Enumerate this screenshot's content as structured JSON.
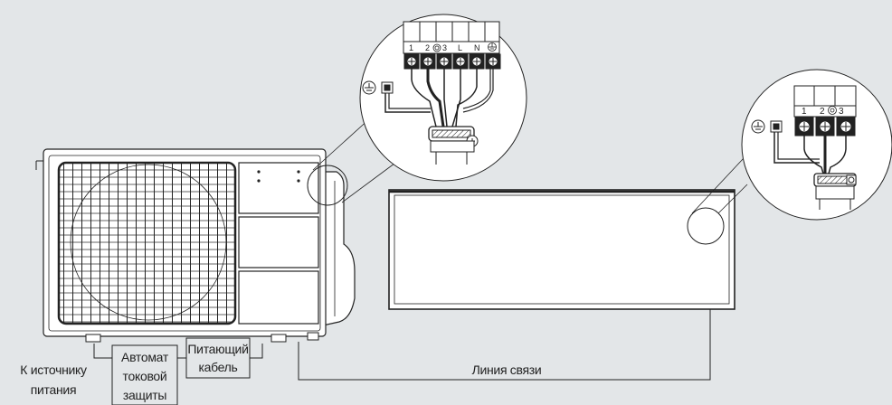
{
  "labels": {
    "to_power_source_line1": "К источнику",
    "to_power_source_line2": "питания",
    "breaker_line1": "Автомат",
    "breaker_line2": "токовой",
    "breaker_line3": "защиты",
    "supply_cable_line1": "Питающий",
    "supply_cable_line2": "кабель",
    "comm_line": "Линия связи"
  },
  "outdoor_terminal_labels": [
    "1",
    "2",
    "3",
    "L",
    "N"
  ],
  "indoor_terminal_labels": [
    "1",
    "2",
    "3"
  ],
  "colors": {
    "background": "#e3e6e8",
    "line": "#222222",
    "fill": "#ffffff"
  }
}
